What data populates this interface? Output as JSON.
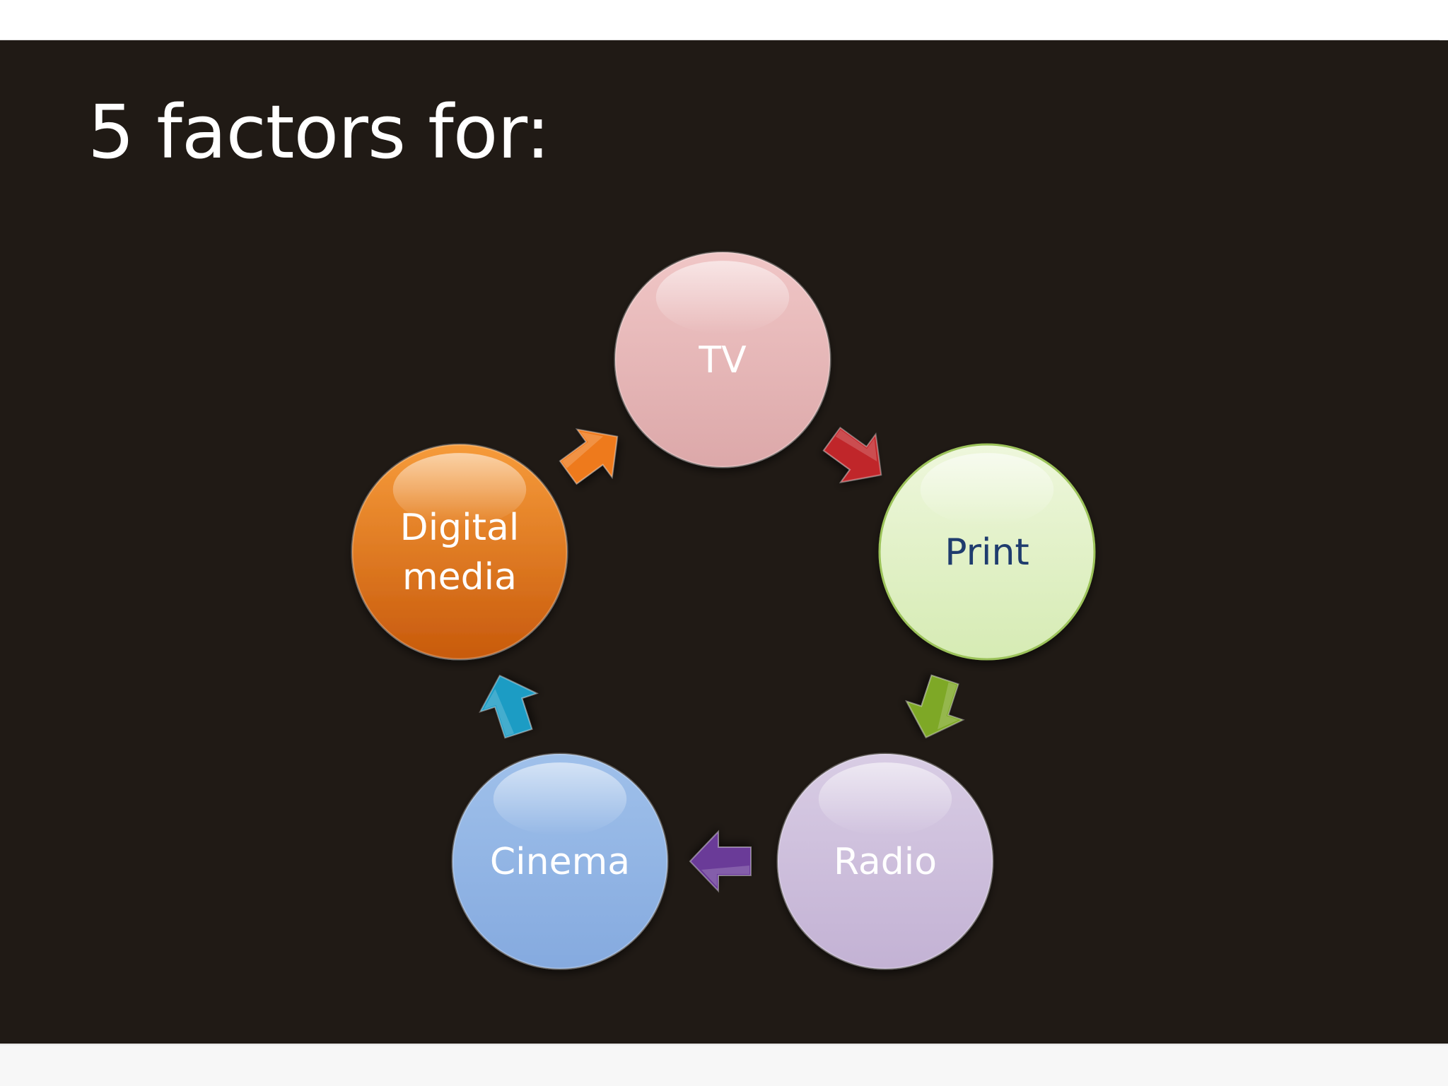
{
  "slide": {
    "title": "5 factors for:"
  },
  "diagram": {
    "type": "cycle",
    "nodes": [
      {
        "id": "tv",
        "lines": [
          "TV"
        ],
        "fill_light": "#f0c6c6",
        "fill_dark": "#dca8a9",
        "text_color": "#ffffff"
      },
      {
        "id": "print",
        "lines": [
          "Print"
        ],
        "fill_light": "#eef7dc",
        "fill_dark": "#d6ebb4",
        "text_color": "#1f3c6e"
      },
      {
        "id": "radio",
        "lines": [
          "Radio"
        ],
        "fill_light": "#d8cce4",
        "fill_dark": "#c3b2d4",
        "text_color": "#ffffff"
      },
      {
        "id": "cinema",
        "lines": [
          "Cinema"
        ],
        "fill_light": "#9fc0ea",
        "fill_dark": "#85aadf",
        "text_color": "#ffffff"
      },
      {
        "id": "digital-media",
        "lines": [
          "Digital",
          "media"
        ],
        "fill_light": "#f69b3a",
        "fill_dark": "#c85a0c",
        "text_color": "#ffffff"
      }
    ],
    "arrows": [
      {
        "from": "tv",
        "to": "print",
        "color": "#c0262a"
      },
      {
        "from": "print",
        "to": "radio",
        "color": "#7ea828"
      },
      {
        "from": "radio",
        "to": "cinema",
        "color": "#6a3b98"
      },
      {
        "from": "cinema",
        "to": "digital-media",
        "color": "#1f9cc4"
      },
      {
        "from": "digital-media",
        "to": "tv",
        "color": "#ee7a1a"
      }
    ]
  }
}
